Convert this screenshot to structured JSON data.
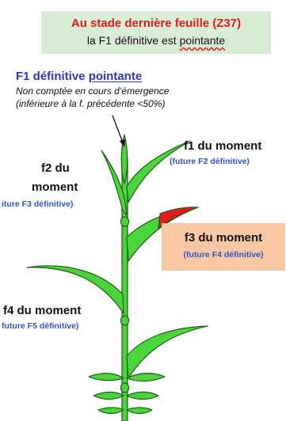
{
  "title": {
    "line1": "Au stade dernière feuille (Z37)",
    "line2_prefix": "la F1 définitive est ",
    "line2_word": "pointante"
  },
  "f1_definitive": {
    "label_prefix": "F1 définitive ",
    "label_word": "pointante",
    "note1": "Non comptée en cours d’émergence",
    "note2": "(inférieure à la f. précédente <50%)"
  },
  "leaves": {
    "f1": {
      "main": "f1 du moment",
      "sub": "(future F2 définitive)"
    },
    "f2": {
      "main_line1": "f2 du",
      "main_line2": "moment",
      "sub": "iture F3 définitive)"
    },
    "f3": {
      "main": "f3 du moment",
      "sub": "(future F4 définitive)"
    },
    "f4": {
      "main": "f4 du moment",
      "sub": "future F5 définitive)"
    }
  },
  "colors": {
    "leaf_green": "#4cd43c",
    "leaf_outline": "#1d5e14",
    "dead_leaf_red": "#e8191a",
    "title_bg": "#d9ecd5",
    "highlight_bg": "#f8c8a4",
    "blue_text": "#2f55c9"
  }
}
